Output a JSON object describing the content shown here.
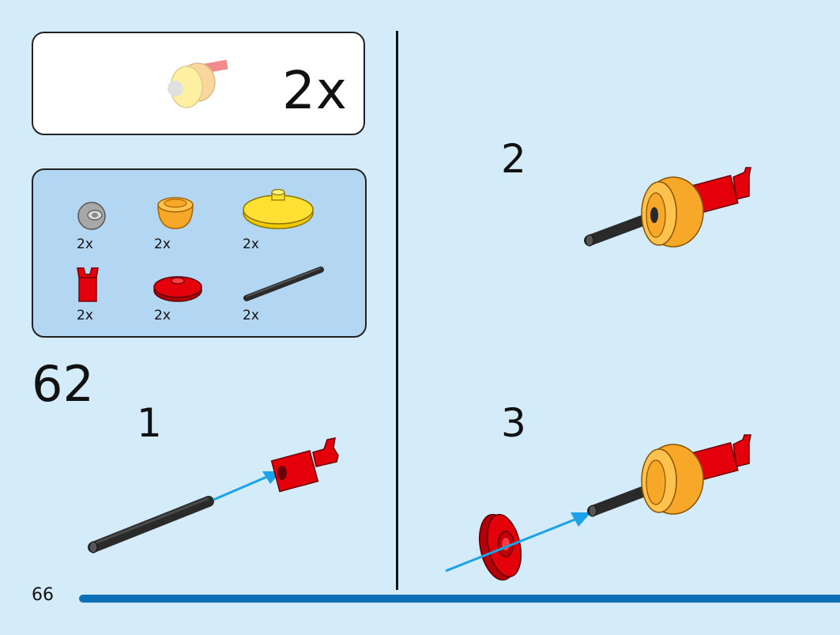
{
  "subassembly": {
    "count": "2x"
  },
  "parts": [
    {
      "name": "light-gray-round-part",
      "qty": "2x"
    },
    {
      "name": "orange-dome-part",
      "qty": "2x"
    },
    {
      "name": "yellow-round-plate-part",
      "qty": "2x"
    },
    {
      "name": "red-clip-part",
      "qty": "2x"
    },
    {
      "name": "red-round-plate-part",
      "qty": "2x"
    },
    {
      "name": "black-bar-part",
      "qty": "2x"
    }
  ],
  "step": {
    "number": "62"
  },
  "substeps": [
    {
      "number": "1"
    },
    {
      "number": "2"
    },
    {
      "number": "3"
    }
  ],
  "page": {
    "number": "66"
  },
  "colors": {
    "background": "#d4ecfa",
    "parts_panel": "#b3d7f3",
    "footer_bar": "#0d6fb8",
    "arrow": "#1aa3e8",
    "red": "#e3000b",
    "orange": "#f7a829",
    "yellow": "#ffe033",
    "black_bar": "#2a2a2a"
  }
}
